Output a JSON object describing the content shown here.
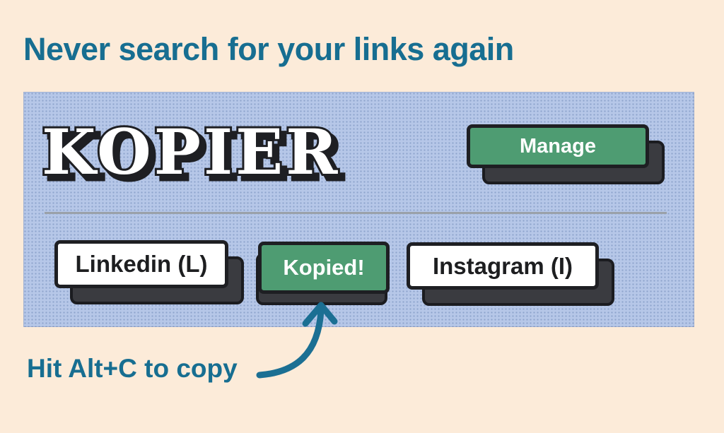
{
  "page": {
    "background_color": "#fcebd9",
    "accent_color": "#176e91"
  },
  "headline": "Never search for your links again",
  "popup": {
    "logo_text": "KOPIER",
    "manage_button_label": "Manage",
    "colors": {
      "panel_blue": "#b6c7e8",
      "button_green": "#4e9c72",
      "button_white": "#ffffff",
      "border_dark": "#1e1f23"
    },
    "shortcut_buttons": [
      {
        "label": "Linkedin (L)",
        "style": "white",
        "state": "default"
      },
      {
        "label": "Kopied!",
        "style": "green",
        "state": "copied"
      },
      {
        "label": "Instagram (I)",
        "style": "white",
        "state": "default"
      }
    ]
  },
  "annotation": {
    "text": "Hit Alt+C to copy"
  }
}
